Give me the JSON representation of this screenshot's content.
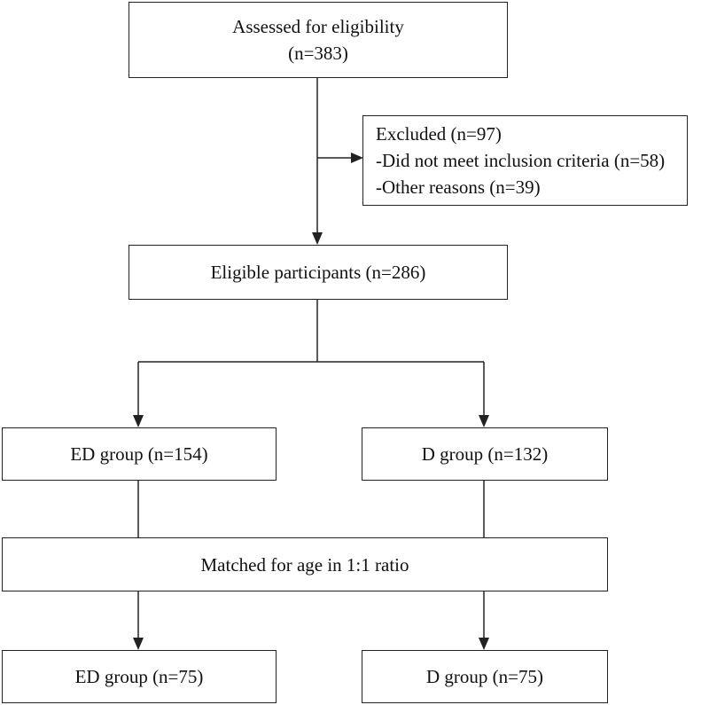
{
  "flowchart": {
    "assessed": {
      "line1": "Assessed for eligibility",
      "line2": "(n=383)"
    },
    "excluded": {
      "line1": "Excluded (n=97)",
      "line2": "-Did not meet inclusion criteria (n=58)",
      "line3": "-Other reasons (n=39)"
    },
    "eligible": {
      "label": "Eligible participants (n=286)"
    },
    "ed_group_initial": {
      "label": "ED group (n=154)"
    },
    "d_group_initial": {
      "label": "D group (n=132)"
    },
    "matched": {
      "label": "Matched for age in 1:1 ratio"
    },
    "ed_group_final": {
      "label": "ED group (n=75)"
    },
    "d_group_final": {
      "label": "D group (n=75)"
    }
  }
}
